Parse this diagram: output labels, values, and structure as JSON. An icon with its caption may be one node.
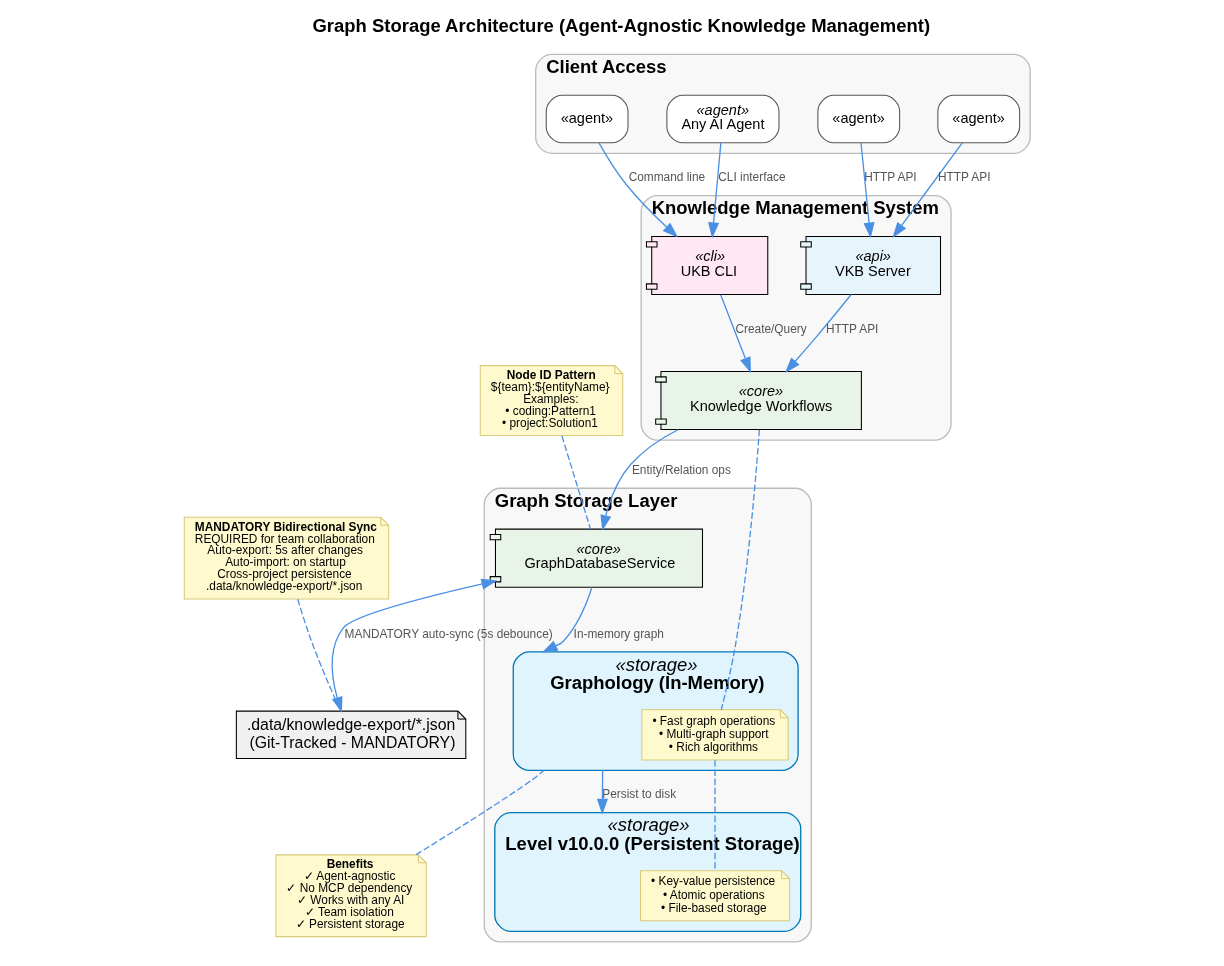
{
  "diagram": {
    "title": "Graph Storage Architecture (Agent-Agnostic Knowledge Management)",
    "nodes": [
      {
        "text": [
          "Knowledge Management System"
        ]
      },
      {
        "text": [
          "«cli»",
          "UKB CLI"
        ],
        "in": 0
      },
      {
        "text": [
          "«api»",
          "VKB Server"
        ],
        "in": 0
      },
      {
        "text": [
          "«core»",
          "Knowledge Workflows"
        ],
        "in": 0
      },
      {
        "text": [
          "Client Access"
        ]
      },
      {
        "text": [
          "«agent»"
        ],
        "in": 4
      },
      {
        "text": [
          "«agent»",
          "Any AI Agent"
        ],
        "in": 4
      },
      {
        "text": [
          "«agent»"
        ],
        "in": 4
      },
      {
        "text": [
          "«agent»"
        ],
        "in": 4
      },
      {
        "text": [
          "Graph Storage Layer"
        ]
      },
      {
        "text": [
          "«core»",
          "GraphDatabaseService"
        ],
        "in": 9
      },
      {
        "text": [
          ".data/knowledge-export/*.json",
          "(Git-Tracked - MANDATORY)"
        ]
      },
      {
        "text": [
          "Node ID Pattern",
          "${team}:${entityName}",
          "Examples:",
          "• coding:Pattern1",
          "• project:Solution1"
        ]
      },
      {
        "text": [
          "MANDATORY Bidirectional Sync",
          "REQUIRED for team collaboration",
          "Auto-export: 5s after changes",
          "Auto-import: on startup",
          "Cross-project persistence",
          ".data/knowledge-export/*.json"
        ]
      },
      {
        "text": [
          "«storage»",
          "Graphology (In-Memory)"
        ],
        "in": 9
      },
      {
        "text": [
          "• Fast graph operations",
          "• Multi-graph support",
          "• Rich algorithms"
        ],
        "in": 14
      },
      {
        "text": [
          "«storage»",
          "Level v10.0.0 (Persistent Storage)"
        ],
        "in": 9
      },
      {
        "text": [
          "• Key-value persistence",
          "• Atomic operations",
          "• File-based storage"
        ],
        "in": 16
      },
      {
        "text": [
          "Benefits",
          "✓ Agent-agnostic",
          "✓ No MCP dependency",
          "✓ Works with any AI",
          "✓ Team isolation",
          "✓ Persistent storage"
        ]
      }
    ],
    "edges": [
      {
        "from": 1,
        "to": 3,
        "arrow": "to",
        "label": "Create/Query"
      },
      {
        "from": 2,
        "to": 3,
        "arrow": "to",
        "label": "HTTP API"
      },
      {
        "from": 5,
        "to": 1,
        "arrow": "to",
        "label": "Command line"
      },
      {
        "from": 6,
        "to": 1,
        "arrow": "to",
        "label": "CLI interface"
      },
      {
        "from": 7,
        "to": 2,
        "arrow": "to",
        "label": "HTTP API"
      },
      {
        "from": 8,
        "to": 2,
        "arrow": "to",
        "label": "HTTP API"
      },
      {
        "from": 3,
        "to": 10,
        "arrow": "to",
        "label": "Entity/Relation ops"
      },
      {
        "from": 10,
        "to": 11,
        "arrow": "both",
        "label": "MANDATORY auto-sync (5s debounce)"
      },
      {
        "from": 10,
        "to": 14,
        "arrow": "to",
        "label": "In-memory graph"
      },
      {
        "from": 14,
        "to": 16,
        "arrow": "to",
        "label": "Persist to disk"
      },
      {
        "from": 12,
        "to": 10,
        "arrow": "none",
        "style": "dashed"
      },
      {
        "from": 13,
        "to": 11,
        "arrow": "none",
        "style": "dashed"
      },
      {
        "from": 18,
        "to": 14,
        "arrow": "none",
        "style": "dashed"
      },
      {
        "from": 3,
        "to": 15,
        "arrow": "none",
        "style": "dashed"
      },
      {
        "from": 15,
        "to": 17,
        "arrow": "none",
        "style": "dashed"
      }
    ]
  }
}
